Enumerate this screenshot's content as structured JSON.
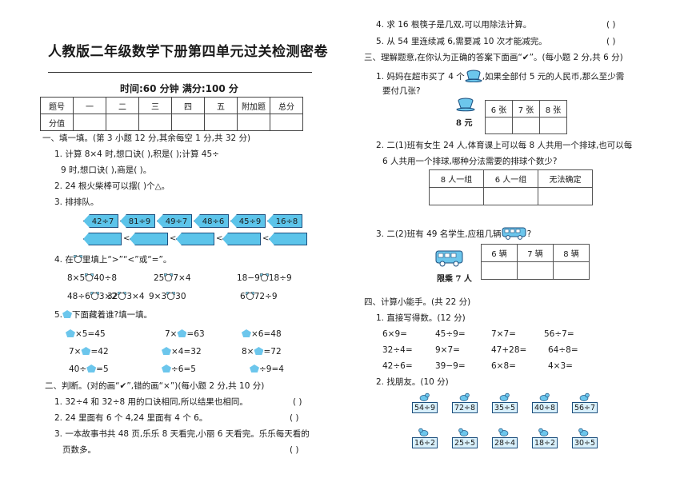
{
  "header": {
    "title": "人教版二年级数学下册第四单元过关检测密卷",
    "time_score": "时间:60 分钟  满分:100 分"
  },
  "score_table": {
    "row1": [
      "题号",
      "一",
      "二",
      "三",
      "四",
      "五",
      "附加题",
      "总分"
    ],
    "row2_label": "分值"
  },
  "section1": {
    "heading": "一、填一填。(第 3 小题 12 分,其余每空 1 分,共 32 分)",
    "q1_line1": "1. 计算 8×4 时,想口诀(                  ),积是(    );计算 45÷",
    "q1_line2": "9 时,想口诀(                  ),商是(    )。",
    "q2": "2. 24 根火柴棒可以摆(        )个△。",
    "q3": "3. 排排队。",
    "q3_tags": [
      "42÷7",
      "81÷9",
      "49÷7",
      "48÷6",
      "45÷9",
      "16÷8"
    ],
    "q3_sign": "<",
    "q4": "4. 在",
    "q4_tail": "里填上“>”“<”或“=”。",
    "q4_items": [
      [
        "8×5",
        "40÷8"
      ],
      [
        "25",
        "7×4"
      ],
      [
        "18−9",
        "18÷9"
      ],
      [
        "48÷6",
        "3×2"
      ],
      [
        "32",
        "3×4"
      ],
      [
        "9×3",
        "30"
      ],
      [
        "6",
        "72÷9"
      ]
    ],
    "q5": "5.",
    "q5_tail": "下面藏着谁?填一填。",
    "q5_items": [
      [
        "",
        "×5=45"
      ],
      [
        "7×",
        "=63"
      ],
      [
        "",
        "×6=48"
      ],
      [
        "7×",
        "=42"
      ],
      [
        "",
        "×4=32"
      ],
      [
        "8×",
        "=72"
      ],
      [
        "40÷",
        "=5"
      ],
      [
        "",
        "÷6=5"
      ],
      [
        "",
        "÷9=4"
      ]
    ]
  },
  "section2": {
    "heading": "二、判断。(对的画“✔”,错的画“×”)(每小题 2 分,共 10 分)",
    "q1": "1. 32÷4 和 32÷8 用的口诀相同,所以结果也相同。",
    "q2": "2. 24 里面有 6 个 4,24 里面有 4 个 6。",
    "q3_line1": "3. 一本故事书共 48 页,乐乐 8 天看完,小丽 6 天看完。乐乐每天看的",
    "q3_line2": "页数多。",
    "q4": "4. 求 16 根筷子是几双,可以用除法计算。",
    "q5": "5. 从 54 里连续减 6,需要减 10 次才能减完。",
    "paren": "(      )"
  },
  "section3": {
    "heading": "三、理解题意,在你认为正确的答案下面画“✔”。(每小题 2 分,共 6 分)",
    "q1_line1": "1. 妈妈在超市买了 4 个",
    "q1_line1b": ",如果全部付 5 元的人民币,那么至少需",
    "q1_line2": "要付几张?",
    "q1_price": "8 元",
    "q1_options": [
      "6 张",
      "7 张",
      "8 张"
    ],
    "q2_line1": "2. 二(1)班有女生 24 人,体育课上可以每 8 人共用一个排球,也可以每",
    "q2_line2": "6 人共用一个排球,哪种分法需要的排球个数少?",
    "q2_options": [
      "8 人一组",
      "6 人一组",
      "无法确定"
    ],
    "q3_line1": "3. 二(2)班有 49 名学生,应租几辆",
    "q3_line1b": "?",
    "q3_limit": "限乘 7 人",
    "q3_options": [
      "6 辆",
      "7 辆",
      "8 辆"
    ]
  },
  "section4": {
    "heading": "四、计算小能手。(共 22 分)",
    "q1": "1. 直接写得数。(12 分)",
    "calc": [
      [
        "6×9=",
        "45÷9=",
        "7×7=",
        "56÷7="
      ],
      [
        "32÷4=",
        "9×7=",
        "47+28=",
        "64÷8="
      ],
      [
        "42÷6=",
        "39−9=",
        "6×8=",
        "4×3="
      ]
    ],
    "q2": "2. 找朋友。(10 分)",
    "friends_top": [
      "54÷9",
      "72÷8",
      "35÷5",
      "40÷8",
      "56÷7"
    ],
    "friends_bottom": [
      "16÷2",
      "25÷5",
      "28÷4",
      "18÷2",
      "30÷5"
    ]
  },
  "colors": {
    "accent": "#5cc4ea",
    "outline": "#1d4f7e"
  }
}
